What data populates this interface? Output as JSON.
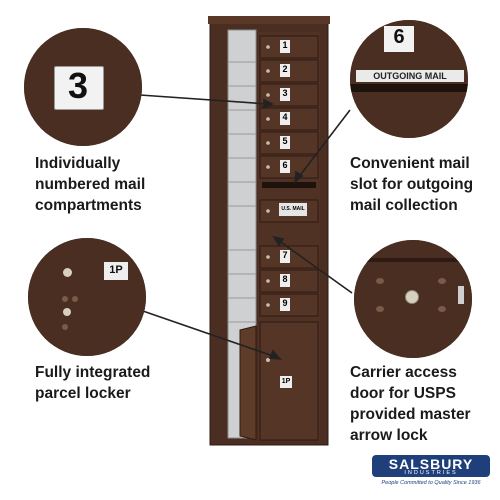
{
  "features": [
    {
      "id": "numbered",
      "text": "Individually\nnumbered mail\ncompartments"
    },
    {
      "id": "outgoing",
      "text": "Convenient mail\nslot for outgoing\nmail collection"
    },
    {
      "id": "parcel",
      "text": "Fully integrated\nparcel locker"
    },
    {
      "id": "carrier",
      "text": "Carrier access\ndoor for USPS\nprovided master\narrow lock"
    }
  ],
  "callouts": {
    "compartment_number": "3",
    "outgoing_number": "6",
    "outgoing_label": "OUTGOING MAIL",
    "parcel_label": "1P"
  },
  "door_numbers": [
    "1",
    "2",
    "3",
    "4",
    "5",
    "6",
    "7",
    "8",
    "9"
  ],
  "parcel_door_label": "1P",
  "usps_plate": "U.S. MAIL",
  "brand": {
    "name": "SALSBURY",
    "sub": "INDUSTRIES",
    "tagline": "People Committed to Quality Since 1936",
    "color": "#1f3f7a"
  },
  "colors": {
    "bronze": "#4a2e22",
    "bronze_dark": "#2e1b13",
    "bronze_light": "#6b4534"
  }
}
